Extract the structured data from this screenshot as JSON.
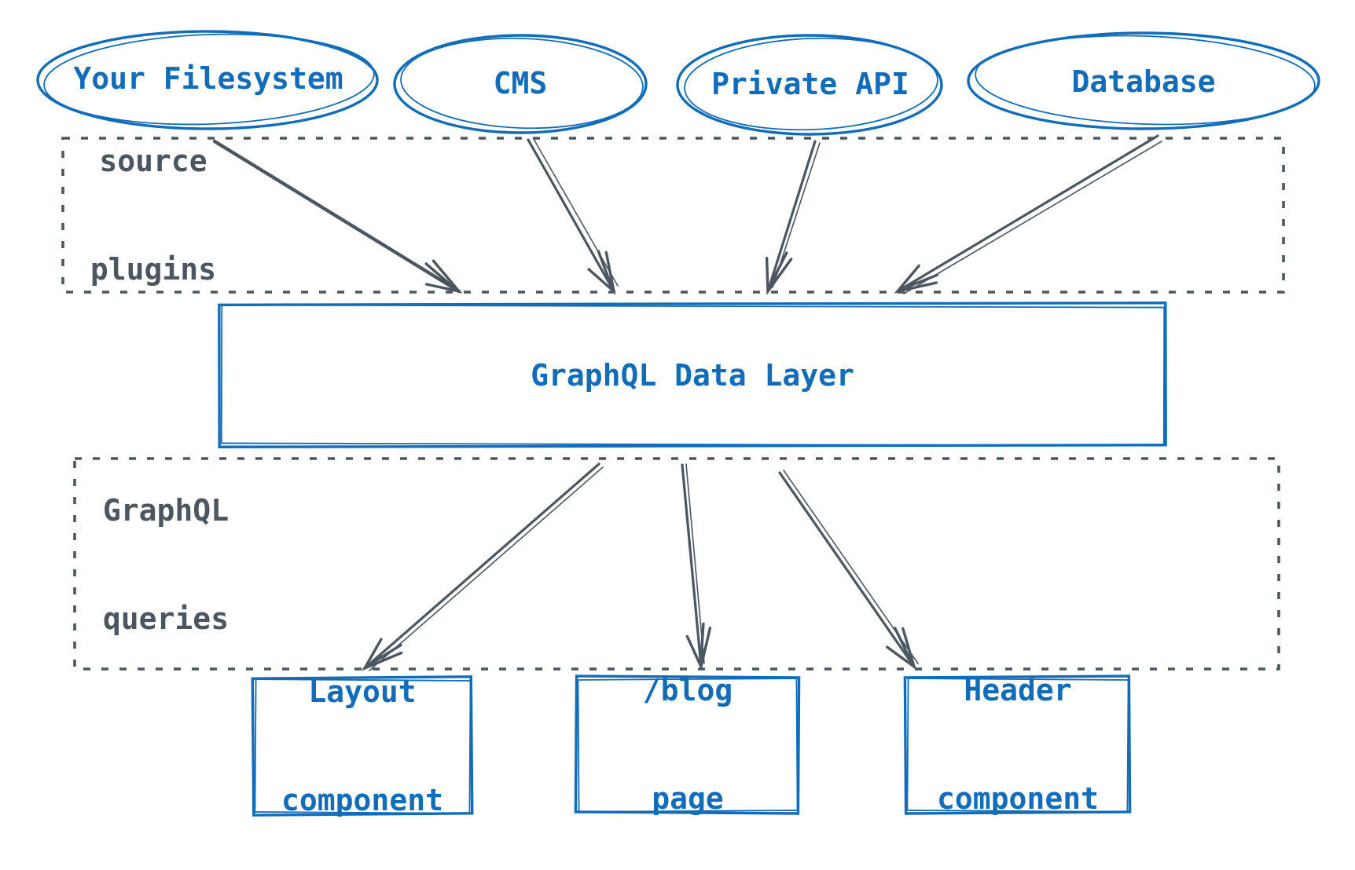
{
  "diagram": {
    "title": "Gatsby GraphQL data layer diagram",
    "sources": [
      {
        "label": "Your Filesystem"
      },
      {
        "label": "CMS"
      },
      {
        "label": "Private API"
      },
      {
        "label": "Database"
      }
    ],
    "region_labels": {
      "plugins": {
        "line1": "source",
        "line2": "plugins"
      },
      "queries": {
        "line1": "GraphQL",
        "line2": "queries"
      }
    },
    "data_layer": {
      "label": "GraphQL Data Layer"
    },
    "outputs": [
      {
        "line1": "Layout",
        "line2": "component"
      },
      {
        "line1": "/blog",
        "line2": "page"
      },
      {
        "line1": "Header",
        "line2": "component"
      }
    ],
    "edges": [
      {
        "from": "Your Filesystem",
        "to": "GraphQL Data Layer"
      },
      {
        "from": "CMS",
        "to": "GraphQL Data Layer"
      },
      {
        "from": "Private API",
        "to": "GraphQL Data Layer"
      },
      {
        "from": "Database",
        "to": "GraphQL Data Layer"
      },
      {
        "from": "GraphQL Data Layer",
        "to": "Layout component"
      },
      {
        "from": "GraphQL Data Layer",
        "to": "/blog page"
      },
      {
        "from": "GraphQL Data Layer",
        "to": "Header component"
      }
    ],
    "colors": {
      "node_blue": "#126cb9",
      "annotation_gray": "#4c5661",
      "background": "#ffffff"
    }
  }
}
